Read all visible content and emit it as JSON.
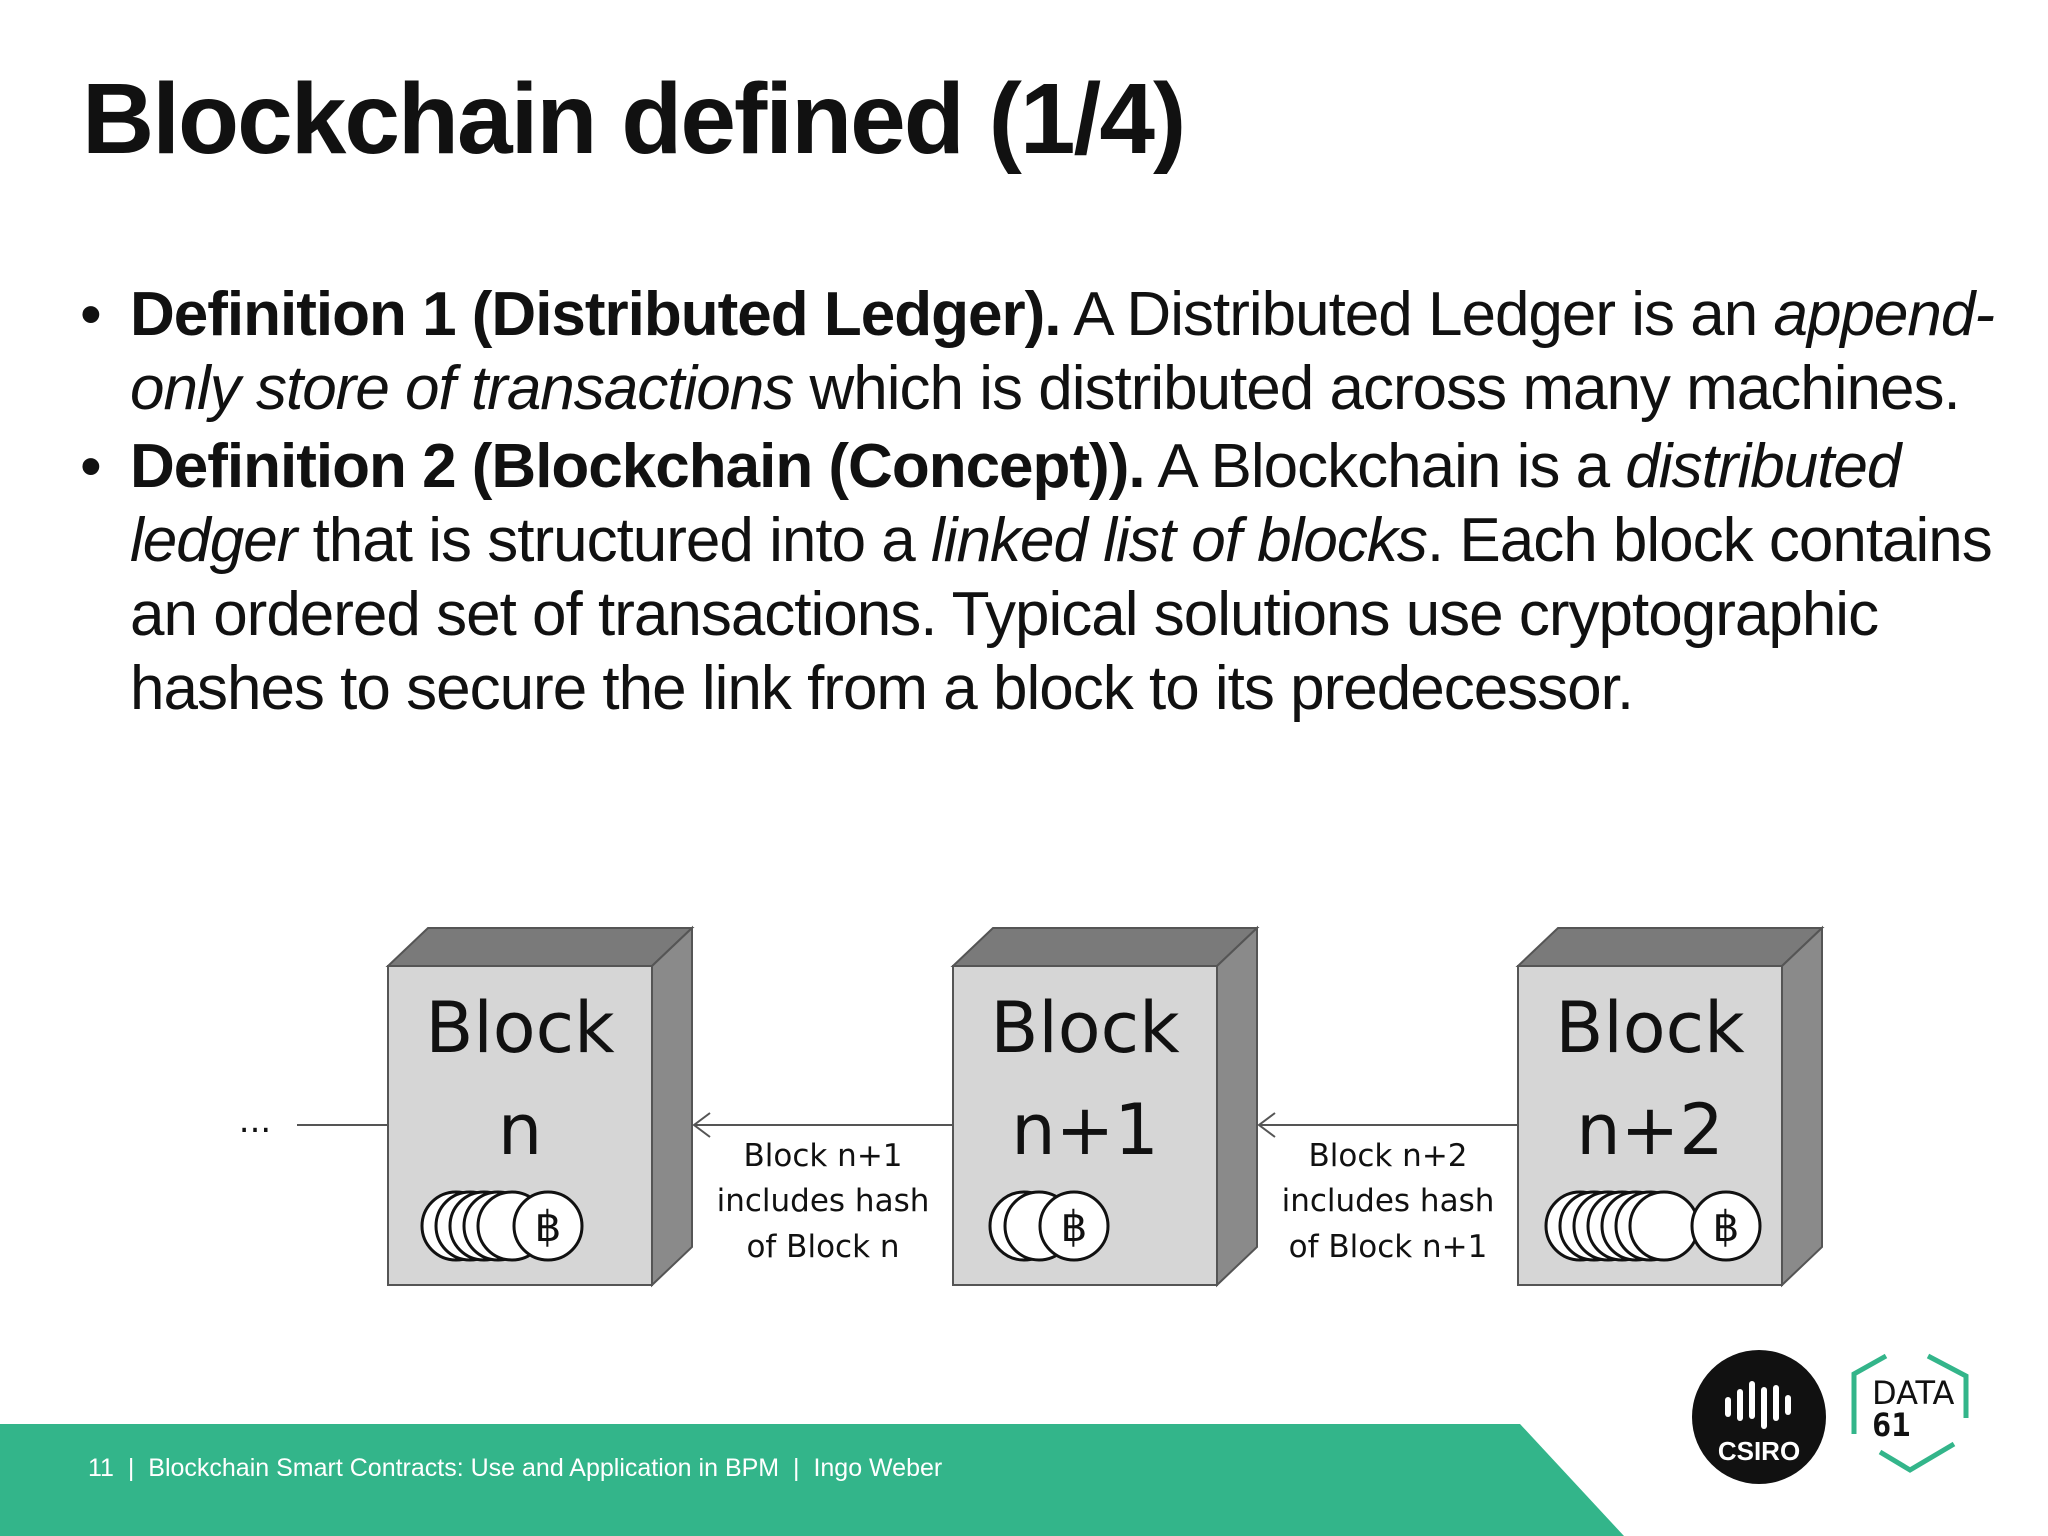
{
  "slide": {
    "title": "Blockchain defined (1/4)"
  },
  "bullets": [
    {
      "marker": "•",
      "segments": [
        {
          "text": "Definition 1 (Distributed Ledger).",
          "style": "bold"
        },
        {
          "text": " A Distributed Ledger is an ",
          "style": "normal"
        },
        {
          "text": "append-only store of transactions",
          "style": "italic"
        },
        {
          "text": " which is distributed across many machines.",
          "style": "normal"
        }
      ]
    },
    {
      "marker": "•",
      "segments": [
        {
          "text": "Definition 2 (Blockchain (Concept)).",
          "style": "bold"
        },
        {
          "text": " A Blockchain is a ",
          "style": "normal"
        },
        {
          "text": "distributed ledger",
          "style": "italic"
        },
        {
          "text": " that is structured into a ",
          "style": "normal"
        },
        {
          "text": "linked list of blocks",
          "style": "italic"
        },
        {
          "text": ". Each block contains an ordered set of transactions. Typical solutions use cryptographic hashes to secure the link from a block to its predecessor.",
          "style": "normal"
        }
      ]
    }
  ],
  "diagram": {
    "ellipsis": "...",
    "coin_symbol": "฿",
    "blocks": [
      {
        "line1": "Block",
        "line2": "n",
        "coins": 6
      },
      {
        "line1": "Block",
        "line2": "n+1",
        "coins": 3
      },
      {
        "line1": "Block",
        "line2": "n+2",
        "coins": 8
      }
    ],
    "links": [
      {
        "lines": [
          "Block n+1",
          "includes hash",
          "of Block n"
        ]
      },
      {
        "lines": [
          "Block n+2",
          "includes hash",
          "of Block n+1"
        ]
      }
    ]
  },
  "footer": {
    "page_number": "11",
    "separator": "|",
    "talk_title": "Blockchain Smart Contracts: Use and Application in BPM",
    "author": "Ingo Weber"
  },
  "logos": {
    "csiro_text": "CSIRO",
    "data61_line1": "DATA",
    "data61_line2": "61"
  },
  "colors": {
    "footer_band": "#33b58a",
    "block_front": "#d6d6d6",
    "block_top": "#7a7a7a",
    "block_side": "#8a8a8a",
    "data61_green": "#33b58a"
  }
}
